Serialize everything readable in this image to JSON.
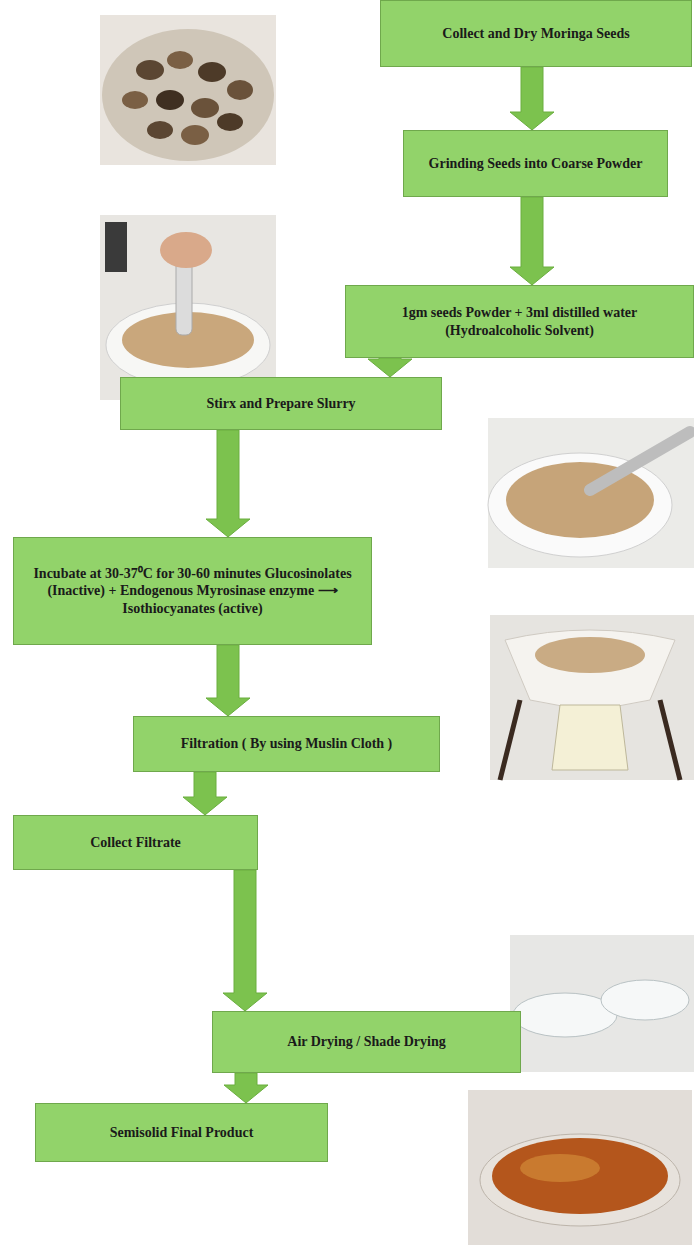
{
  "diagram": {
    "nodes": [
      {
        "text": [
          "Collect and Dry Moringa Seeds"
        ]
      },
      {
        "text": [
          "Grinding Seeds into Coarse Powder"
        ]
      },
      {
        "text": [
          "1gm seeds Powder + 3ml distilled water (Hydroalcoholic Solvent)"
        ]
      },
      {
        "text": [
          "Stirx and Prepare Slurry"
        ]
      },
      {
        "text": [
          "Incubate at 30-37⁰C for 30-60 minutes Glucosinolates (Inactive) + Endogenous Myrosinase enzyme ⟶ Isothiocyanates (active)"
        ]
      },
      {
        "text": [
          "Filtration ( By using Muslin Cloth )"
        ]
      },
      {
        "text": [
          "Collect Filtrate"
        ]
      },
      {
        "text": [
          "Air Drying / Shade Drying"
        ]
      },
      {
        "text": [
          "Semisolid Final Product"
        ]
      }
    ],
    "edges": [
      {
        "from": 0,
        "to": 1,
        "arrow": "to"
      },
      {
        "from": 1,
        "to": 2,
        "arrow": "to"
      },
      {
        "from": 2,
        "to": 3,
        "arrow": "to"
      },
      {
        "from": 3,
        "to": 4,
        "arrow": "to"
      },
      {
        "from": 4,
        "to": 5,
        "arrow": "to"
      },
      {
        "from": 5,
        "to": 6,
        "arrow": "to"
      },
      {
        "from": 6,
        "to": 7,
        "arrow": "to"
      },
      {
        "from": 7,
        "to": 8,
        "arrow": "to"
      }
    ]
  }
}
